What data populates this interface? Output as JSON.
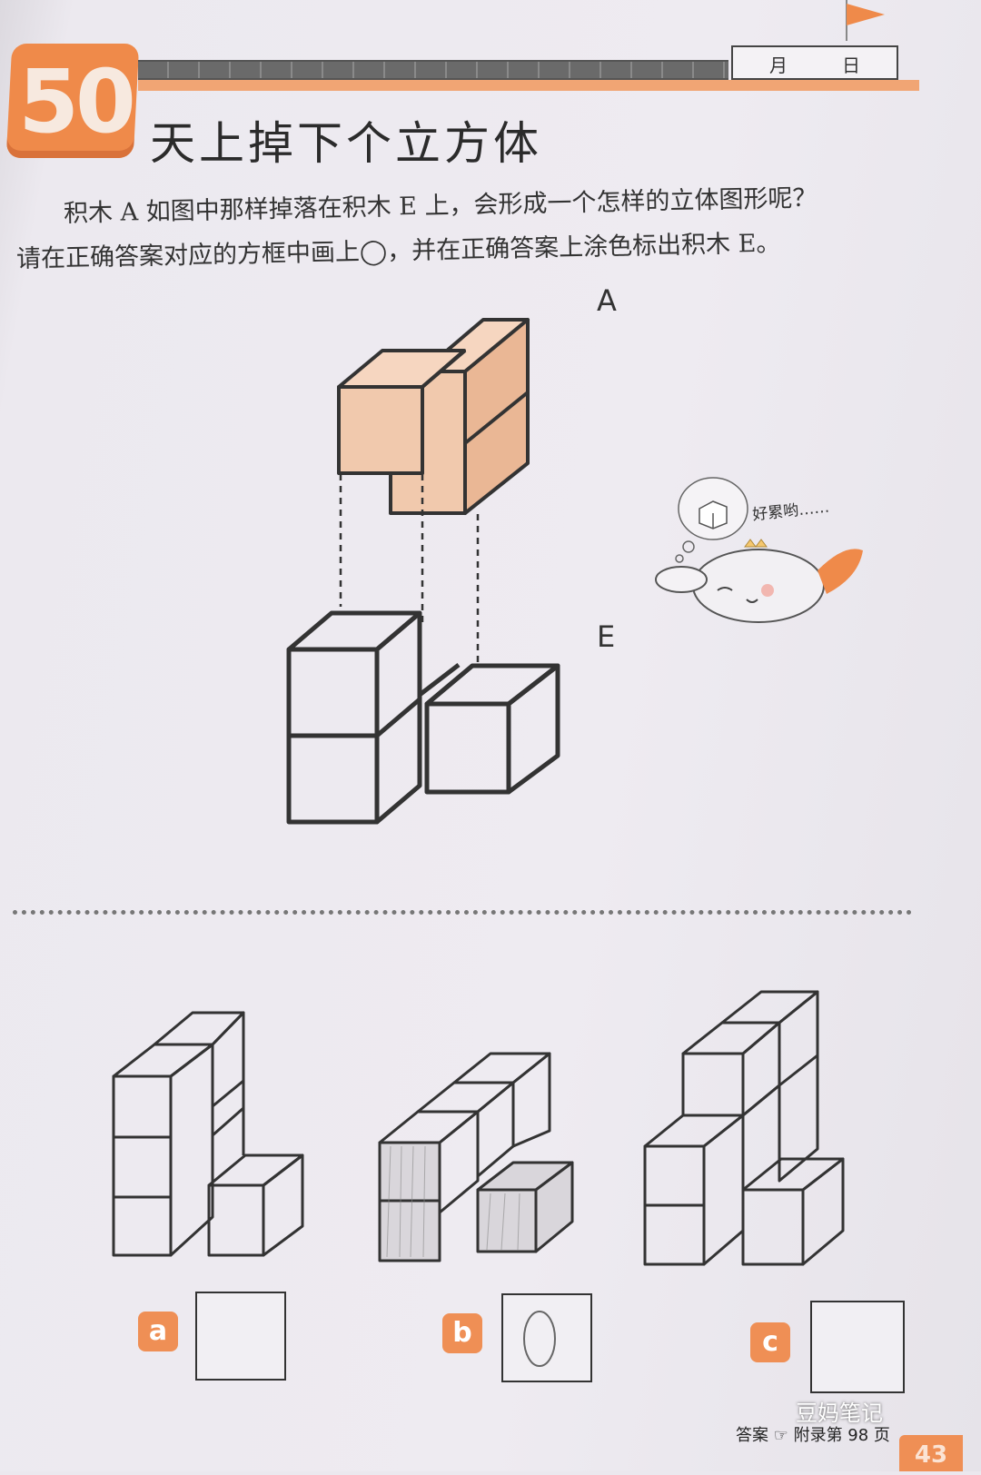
{
  "header": {
    "number": "50",
    "date_month": "月",
    "date_day": "日",
    "title": "天上掉下个立方体"
  },
  "question": {
    "line1": "积木 A 如图中那样掉落在积木 E 上，会形成一个怎样的立体图形呢？",
    "line2": "请在正确答案对应的方框中画上◯，并在正确答案上涂色标出积木 E。"
  },
  "figures": {
    "a_label": "A",
    "e_label": "E",
    "mascot_text": "好累哟……"
  },
  "choices": [
    {
      "tag": "a",
      "marked": false
    },
    {
      "tag": "b",
      "marked": true
    },
    {
      "tag": "c",
      "marked": false
    }
  ],
  "footer": {
    "answer_ref": "答案 ☞ 附录第 98 页",
    "page_number": "43",
    "watermark": "豆妈笔记"
  },
  "colors": {
    "accent": "#ef8a4a",
    "block_a_fill": "#f1c9ad",
    "line": "#333333"
  }
}
